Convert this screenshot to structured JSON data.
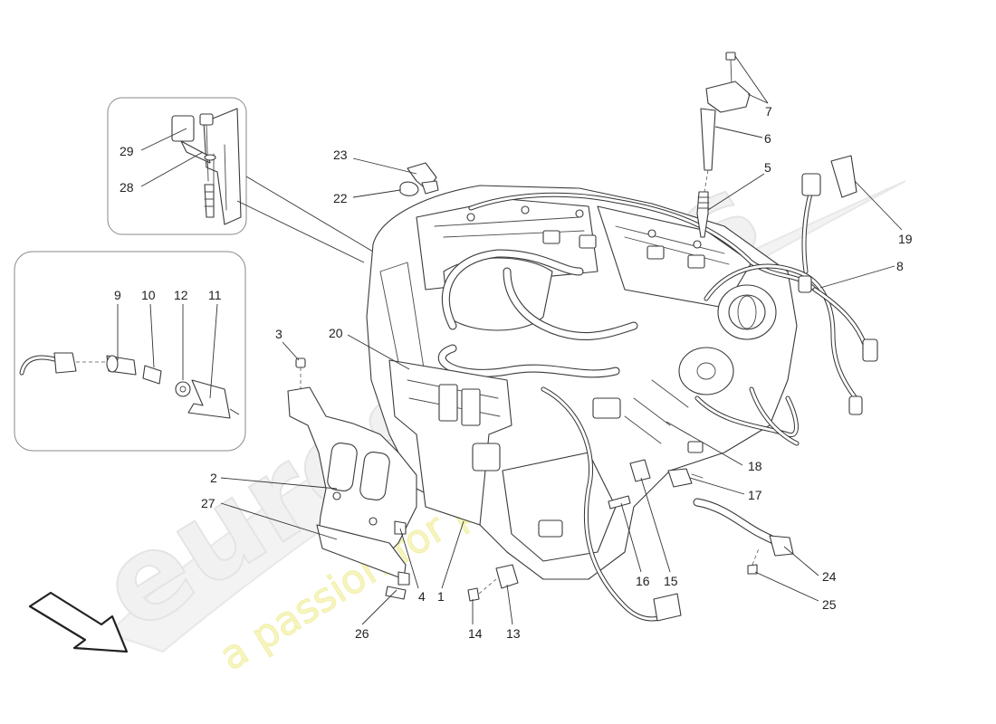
{
  "watermark": {
    "brand": "eurospares",
    "tagline": "a passion for parts since 1985",
    "brand_color": "#eeeeee",
    "tagline_color": "#f3f19a"
  },
  "colors": {
    "line": "#3a3a3a",
    "inset_border": "#8a8a8a",
    "background": "#ffffff"
  },
  "callouts": {
    "c1": "1",
    "c2": "2",
    "c3": "3",
    "c4": "4",
    "c5": "5",
    "c6": "6",
    "c7": "7",
    "c8": "8",
    "c9": "9",
    "c10": "10",
    "c11": "11",
    "c12": "12",
    "c13": "13",
    "c14": "14",
    "c15": "15",
    "c16": "16",
    "c17": "17",
    "c18": "18",
    "c19": "19",
    "c20": "20",
    "c22": "22",
    "c23": "23",
    "c24": "24",
    "c25": "25",
    "c26": "26",
    "c27": "27",
    "c28": "28",
    "c29": "29"
  },
  "icons": {
    "direction": "front-direction-arrow-icon"
  }
}
